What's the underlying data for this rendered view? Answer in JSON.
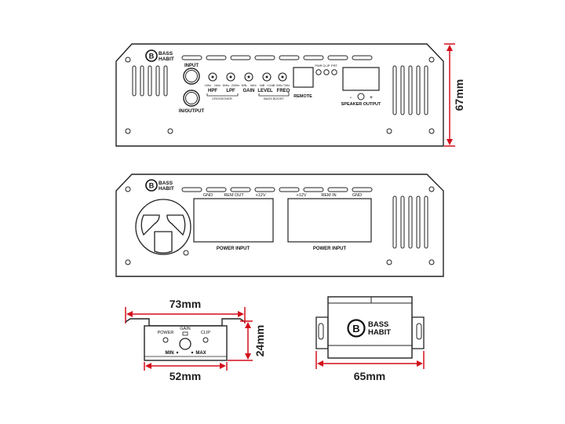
{
  "brand": {
    "line1": "BASS",
    "line2": "HABIT",
    "logo_letter": "B"
  },
  "top_panel": {
    "input": "INPUT",
    "in_output": "IN/OUTPUT",
    "hpf": "HPF",
    "hpf_range": [
      "15Hz",
      "1kHz"
    ],
    "lpf": "LPF",
    "lpf_range": [
      "50Hz",
      "200Hz"
    ],
    "gain": "GAIN",
    "gain_range": [
      "MIN",
      "MAX"
    ],
    "level": "LEVEL",
    "level_range": [
      "0dB",
      "+12dB"
    ],
    "freq": "FREQ",
    "freq_range": [
      "30Hz",
      "70Hz"
    ],
    "crossover": "CROSSOVER",
    "bass_boost": "BASS BOOST",
    "remote": "REMOTE",
    "leds": [
      "PWR",
      "CLIP",
      "PRT"
    ],
    "speaker_output": "SPEAKER OUTPUT",
    "minus": "-",
    "plus": "+"
  },
  "bottom_panel": {
    "left_terminals": [
      "GND",
      "REM OUT",
      "+12V"
    ],
    "right_terminals": [
      "+12V",
      "REM IN",
      "GND"
    ],
    "power_input": "POWER INPUT"
  },
  "remote_front": {
    "gain": "GAIN",
    "power": "POWER",
    "clip": "CLIP",
    "min": "MIN",
    "max": "MAX"
  },
  "dimensions": {
    "height": "67mm",
    "remote_width_outer": "73mm",
    "remote_width_inner": "52mm",
    "remote_height": "24mm",
    "remote_side_width": "65mm"
  },
  "colors": {
    "dimension": "#d40f1c",
    "line": "#222222"
  }
}
